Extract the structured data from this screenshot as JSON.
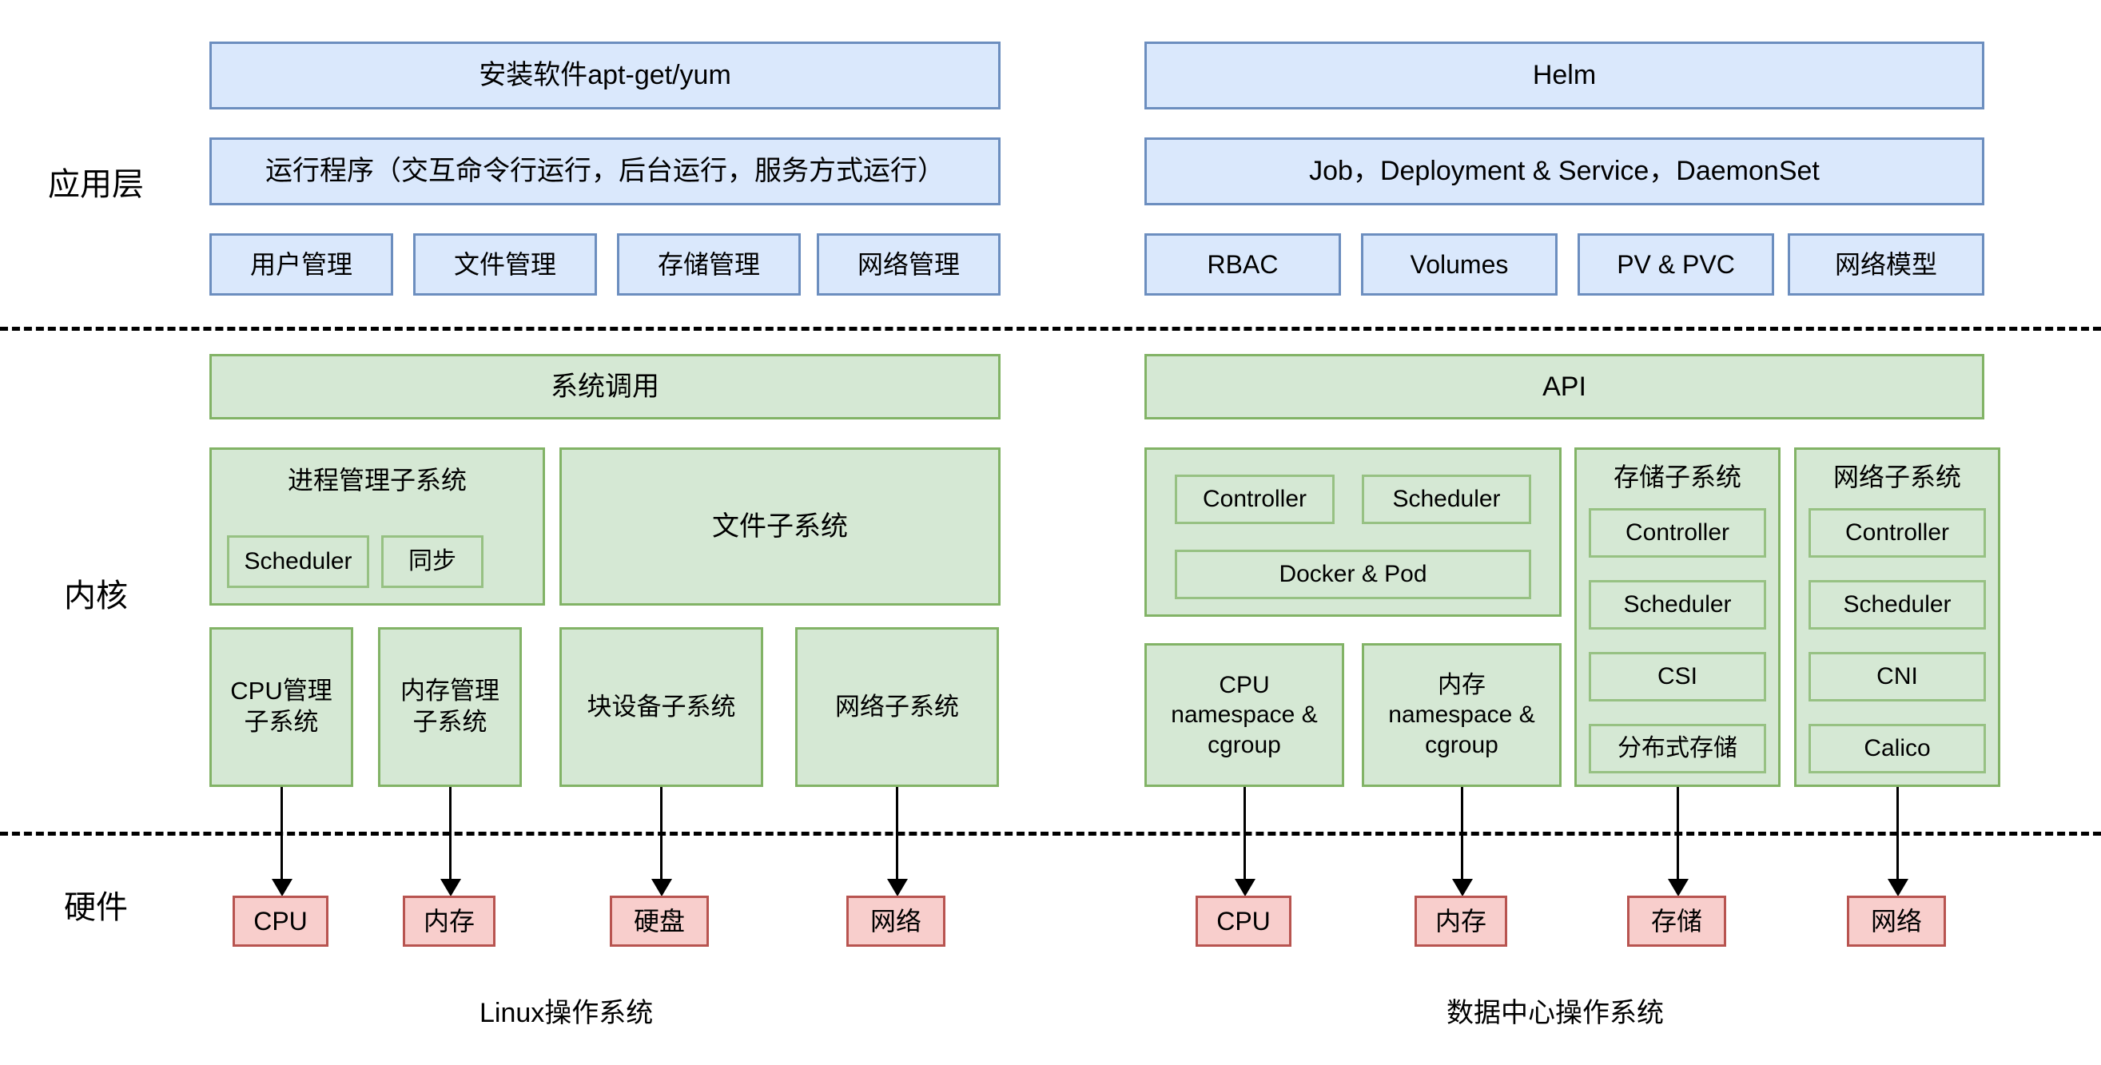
{
  "diagram": {
    "layer_labels": {
      "application": "应用层",
      "kernel": "内核",
      "hardware": "硬件"
    },
    "captions": {
      "left": "Linux操作系统",
      "right": "数据中心操作系统"
    },
    "colors": {
      "application_fill": "#dae8fc",
      "application_border": "#6c8ebf",
      "kernel_fill": "#d5e8d4",
      "kernel_border": "#82b366",
      "hardware_fill": "#f8cecc",
      "hardware_border": "#b85450",
      "divider": "#000000",
      "arrow": "#000000"
    }
  },
  "left": {
    "application": {
      "row1": "安装软件apt-get/yum",
      "row2": "运行程序（交互命令行运行，后台运行，服务方式运行）",
      "row3": [
        "用户管理",
        "文件管理",
        "存储管理",
        "网络管理"
      ]
    },
    "kernel": {
      "syscall": "系统调用",
      "process_subsystem": {
        "title": "进程管理子系统",
        "children": [
          "Scheduler",
          "同步"
        ]
      },
      "file_subsystem": "文件子系统",
      "bottom_row": [
        "CPU管理\n子系统",
        "内存管理\n子系统",
        "块设备子系统",
        "网络子系统"
      ]
    },
    "hardware": [
      "CPU",
      "内存",
      "硬盘",
      "网络"
    ]
  },
  "right": {
    "application": {
      "row1": "Helm",
      "row2": "Job，Deployment & Service，DaemonSet",
      "row3": [
        "RBAC",
        "Volumes",
        "PV & PVC",
        "网络模型"
      ]
    },
    "kernel": {
      "syscall": "API",
      "core_subsystem": {
        "children": [
          "Controller",
          "Scheduler"
        ],
        "wide_child": "Docker & Pod"
      },
      "storage_subsystem": {
        "title": "存储子系统",
        "children": [
          "Controller",
          "Scheduler",
          "CSI",
          "分布式存储"
        ]
      },
      "network_subsystem": {
        "title": "网络子系统",
        "children": [
          "Controller",
          "Scheduler",
          "CNI",
          "Calico"
        ]
      },
      "bottom_row": [
        "CPU\nnamespace &\ncgroup",
        "内存\nnamespace &\ncgroup"
      ]
    },
    "hardware": [
      "CPU",
      "内存",
      "存储",
      "网络"
    ]
  }
}
